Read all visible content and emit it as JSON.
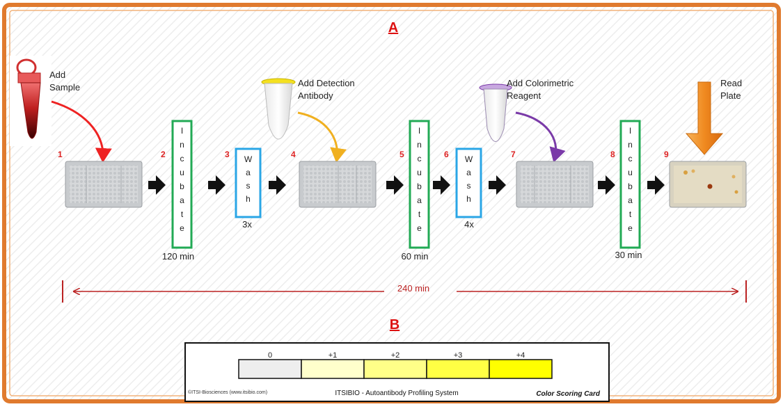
{
  "panel_a": {
    "title": "A",
    "steps": [
      {
        "num": "1"
      },
      {
        "num": "2"
      },
      {
        "num": "3"
      },
      {
        "num": "4"
      },
      {
        "num": "5"
      },
      {
        "num": "6"
      },
      {
        "num": "7"
      },
      {
        "num": "8"
      },
      {
        "num": "9"
      }
    ],
    "labels": {
      "add_sample_line1": "Add",
      "add_sample_line2": "Sample",
      "add_detection_line1": "Add Detection",
      "add_detection_line2": "Antibody",
      "add_colorimetric_line1": "Add Colorimetric",
      "add_colorimetric_line2": "Reagent",
      "read_plate_line1": "Read",
      "read_plate_line2": "Plate"
    },
    "incubate_letters": [
      "I",
      "n",
      "c",
      "u",
      "b",
      "a",
      "t",
      "e"
    ],
    "wash_letters": [
      "W",
      "a",
      "s",
      "h"
    ],
    "incubate_times": [
      "120 min",
      "60 min",
      "30 min"
    ],
    "wash_counts": [
      "3x",
      "4x"
    ],
    "total_time": "240 min"
  },
  "panel_b": {
    "title": "B",
    "scores": [
      "0",
      "+1",
      "+2",
      "+3",
      "+4"
    ],
    "score_colors": [
      "#eeeeee",
      "#ffffcc",
      "#ffff88",
      "#ffff44",
      "#ffff00"
    ],
    "footer_left": "©ITSI-Biosciences (www.itsibio.com)",
    "footer_center": "ITSIBIO - Autoantibody Profiling System",
    "footer_right": "Color Scoring Card"
  },
  "colors": {
    "frame": "#e07a2e",
    "step_number": "#dd2222",
    "title": "#dd1111",
    "incubate_box": "#22aa55",
    "wash_box": "#2aa6e6",
    "timeline": "#bb2222",
    "sample_arrow": "#ee2222",
    "detection_arrow": "#f0b020",
    "colorimetric_arrow": "#7a3aa8",
    "read_arrow": "#f08a20"
  }
}
